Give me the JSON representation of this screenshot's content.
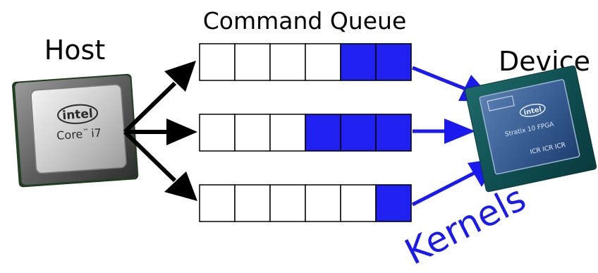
{
  "labels": {
    "command_queue": "Command Queue",
    "host": "Host",
    "device": "Device",
    "kernels": "Kernels"
  },
  "host_chip": {
    "brand": "intel",
    "model_prefix": "Core",
    "model_tm": "™",
    "model_suffix": "i7"
  },
  "device_chip": {
    "brand": "intel",
    "line1": "Stratix 10 FPGA",
    "corner_text": "ICR ICR ICR"
  },
  "queues": [
    {
      "filled": 2,
      "total": 6
    },
    {
      "filled": 3,
      "total": 6
    },
    {
      "filled": 1,
      "total": 6
    }
  ],
  "colors": {
    "filled_cell": "#2020f0",
    "arrow_blue": "#1a1aee",
    "kernels_text": "#1a1aee",
    "arrow_black": "#000000"
  }
}
